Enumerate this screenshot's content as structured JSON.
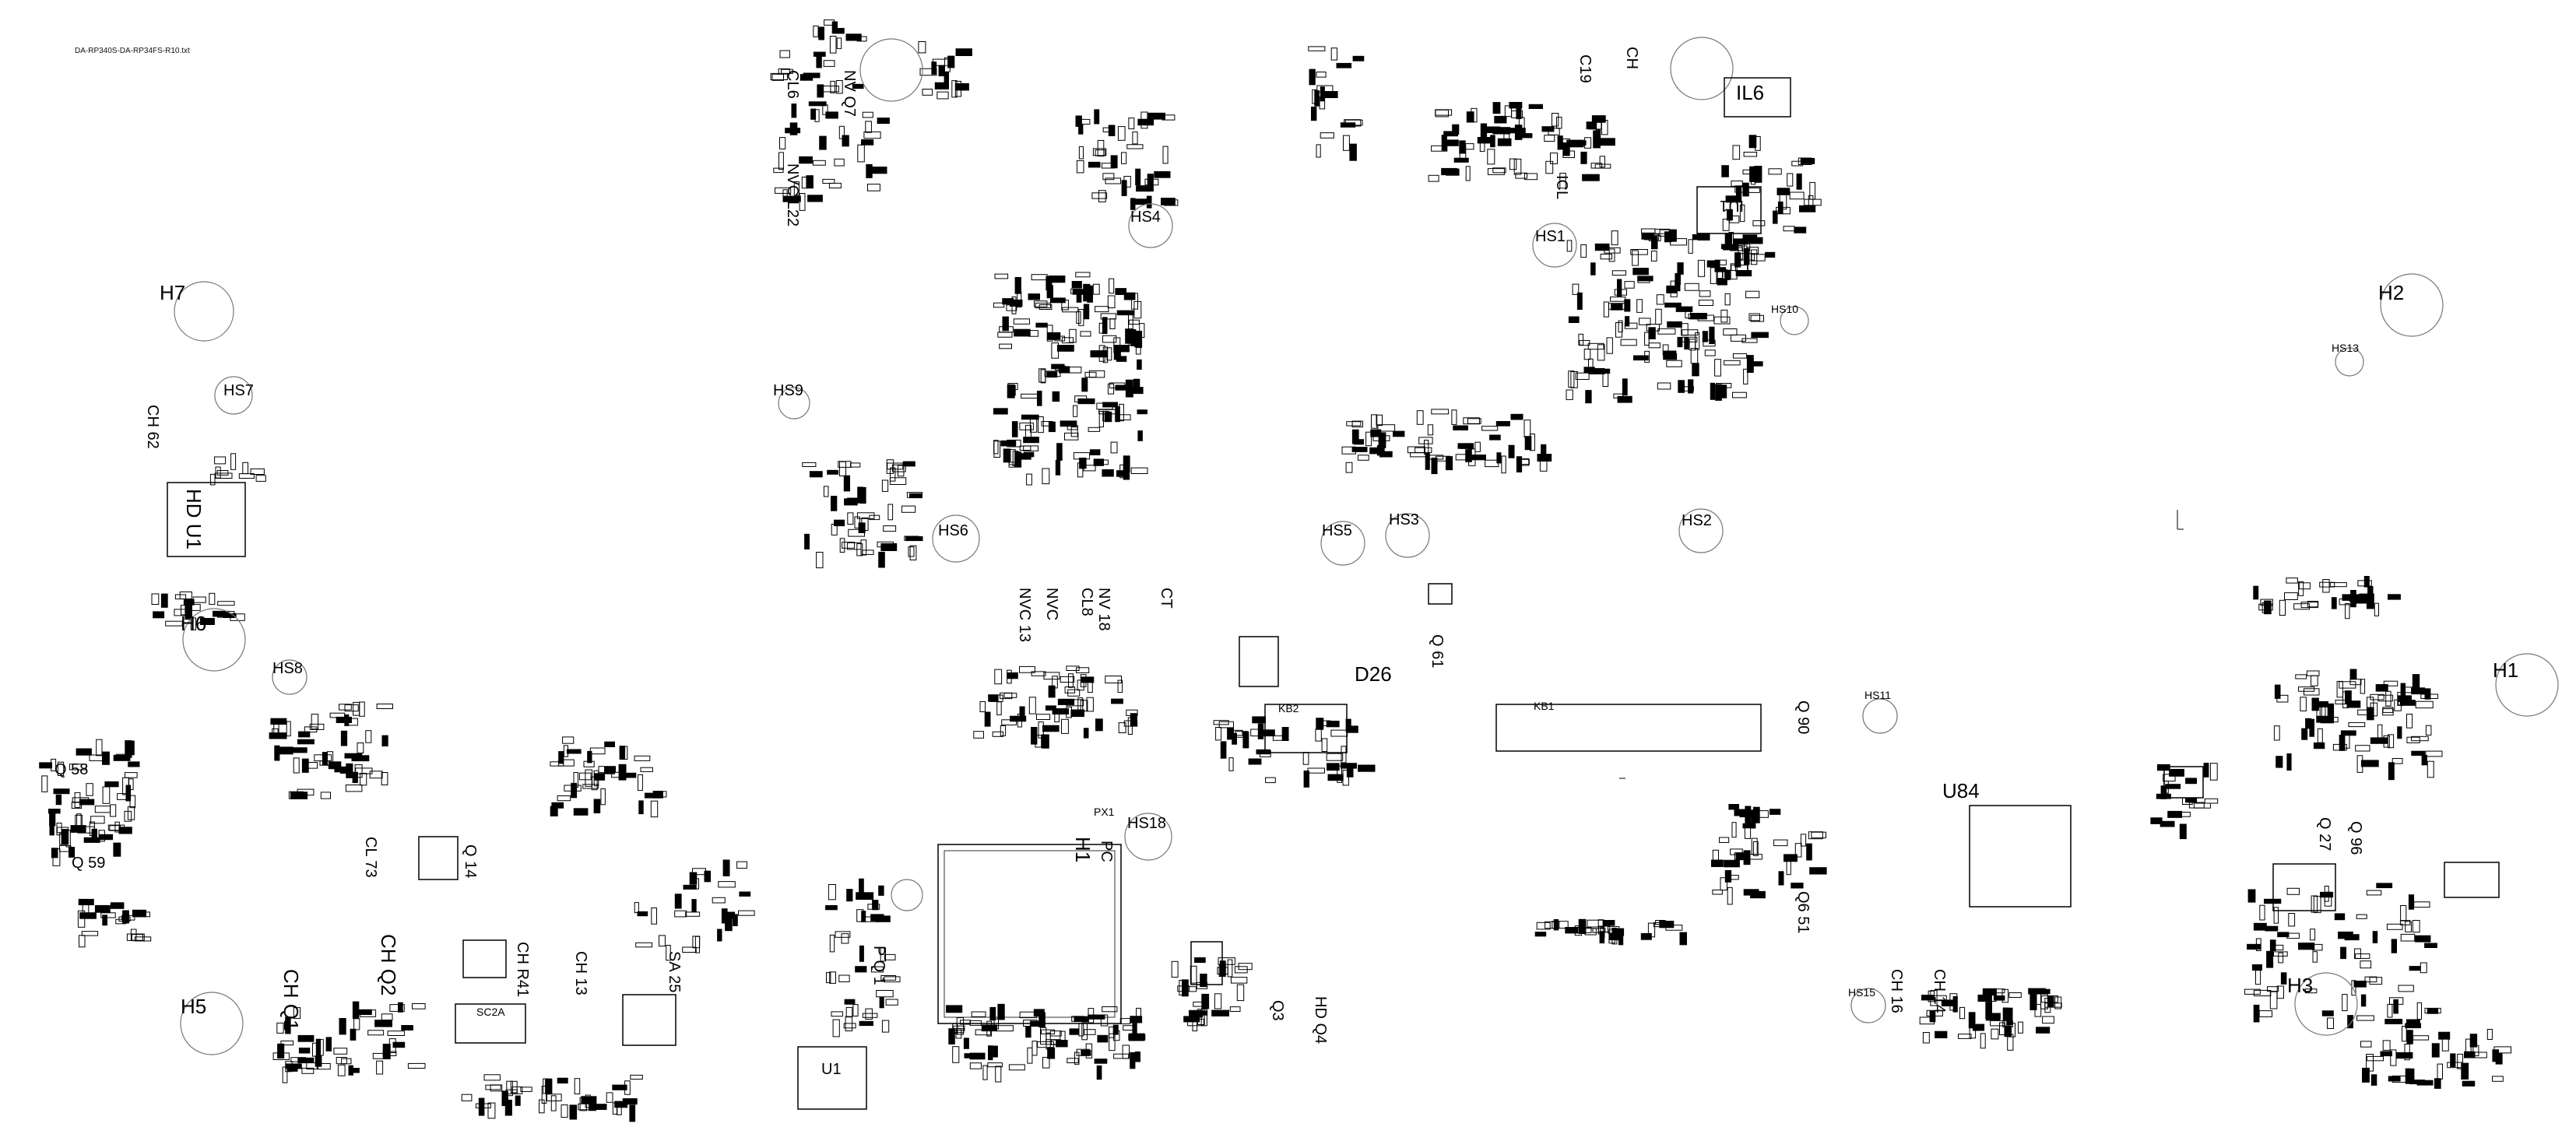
{
  "file_name": "DA-RP340S-DA-RP34FS-R10.txt",
  "mounting_holes": [
    {
      "id": "H7"
    },
    {
      "id": "H2"
    },
    {
      "id": "H6"
    },
    {
      "id": "H1"
    },
    {
      "id": "H5"
    },
    {
      "id": "H3"
    }
  ],
  "heatsink_holes": [
    {
      "id": "HS4"
    },
    {
      "id": "HS1"
    },
    {
      "id": "HS10"
    },
    {
      "id": "HS13"
    },
    {
      "id": "HS9"
    },
    {
      "id": "HS6"
    },
    {
      "id": "HS5"
    },
    {
      "id": "HS3"
    },
    {
      "id": "HS2"
    },
    {
      "id": "HS7"
    },
    {
      "id": "HS8"
    },
    {
      "id": "HS11"
    },
    {
      "id": "HS18"
    },
    {
      "id": "HS15"
    }
  ],
  "chips": [
    {
      "id": "U84"
    },
    {
      "id": "H1"
    },
    {
      "id": "HD U1"
    },
    {
      "id": "IU1"
    },
    {
      "id": "KB1"
    },
    {
      "id": "KB2"
    },
    {
      "id": "IL6"
    }
  ],
  "major_labels": [
    {
      "text": "D26"
    },
    {
      "text": "Q 61"
    },
    {
      "text": "Q 90"
    },
    {
      "text": "CH Q1"
    },
    {
      "text": "CH Q2"
    },
    {
      "text": "CH R41"
    },
    {
      "text": "CH 13"
    },
    {
      "text": "SA 25"
    },
    {
      "text": "CL 73"
    },
    {
      "text": "Q 14"
    },
    {
      "text": "PC"
    },
    {
      "text": "P Q 1"
    },
    {
      "text": "CH 16"
    },
    {
      "text": "CH 14"
    },
    {
      "text": "Q6 51"
    },
    {
      "text": "U1"
    },
    {
      "text": "SC2A"
    },
    {
      "text": "NVC L22"
    },
    {
      "text": "CL6"
    },
    {
      "text": "NV Q7"
    },
    {
      "text": "CL8"
    },
    {
      "text": "NV 18"
    },
    {
      "text": "NVC 13"
    },
    {
      "text": "CT"
    },
    {
      "text": "NVC"
    },
    {
      "text": "C19"
    },
    {
      "text": "CH"
    },
    {
      "text": "ICL"
    },
    {
      "text": "Q 58"
    },
    {
      "text": "Q 59"
    },
    {
      "text": "Q 27"
    },
    {
      "text": "Q 96"
    },
    {
      "text": "HD Q4"
    },
    {
      "text": "Q3"
    },
    {
      "text": "PX1"
    },
    {
      "text": "CH 62"
    }
  ]
}
